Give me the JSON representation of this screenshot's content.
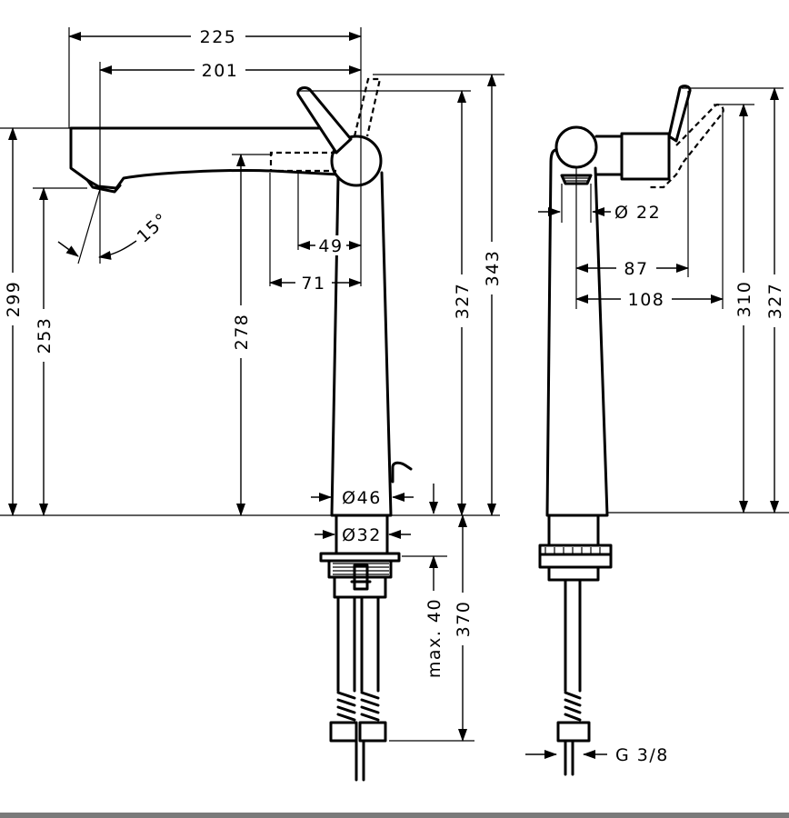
{
  "labels": {
    "overall_length": "225",
    "spout_length": "201",
    "spout_angle": "15°",
    "lever_offset_short": "49",
    "lever_offset_long": "71",
    "height_spout_top": "299",
    "height_spout_outlet": "253",
    "height_lever_pivot": "278",
    "height_lever_top": "327",
    "height_lever_max": "343",
    "body_diameter": "Ø46",
    "shank_diameter": "Ø32",
    "max_countertop": "max. 40",
    "connection_length": "370",
    "aerator_diameter": "Ø 22",
    "lever_reach_short": "87",
    "lever_reach_long": "108",
    "side_height_lever": "310",
    "side_height_max": "327",
    "connection_thread": "G 3/8"
  },
  "colors": {
    "line": "#000000",
    "background": "#ffffff",
    "frame": "#7a7a7a"
  }
}
